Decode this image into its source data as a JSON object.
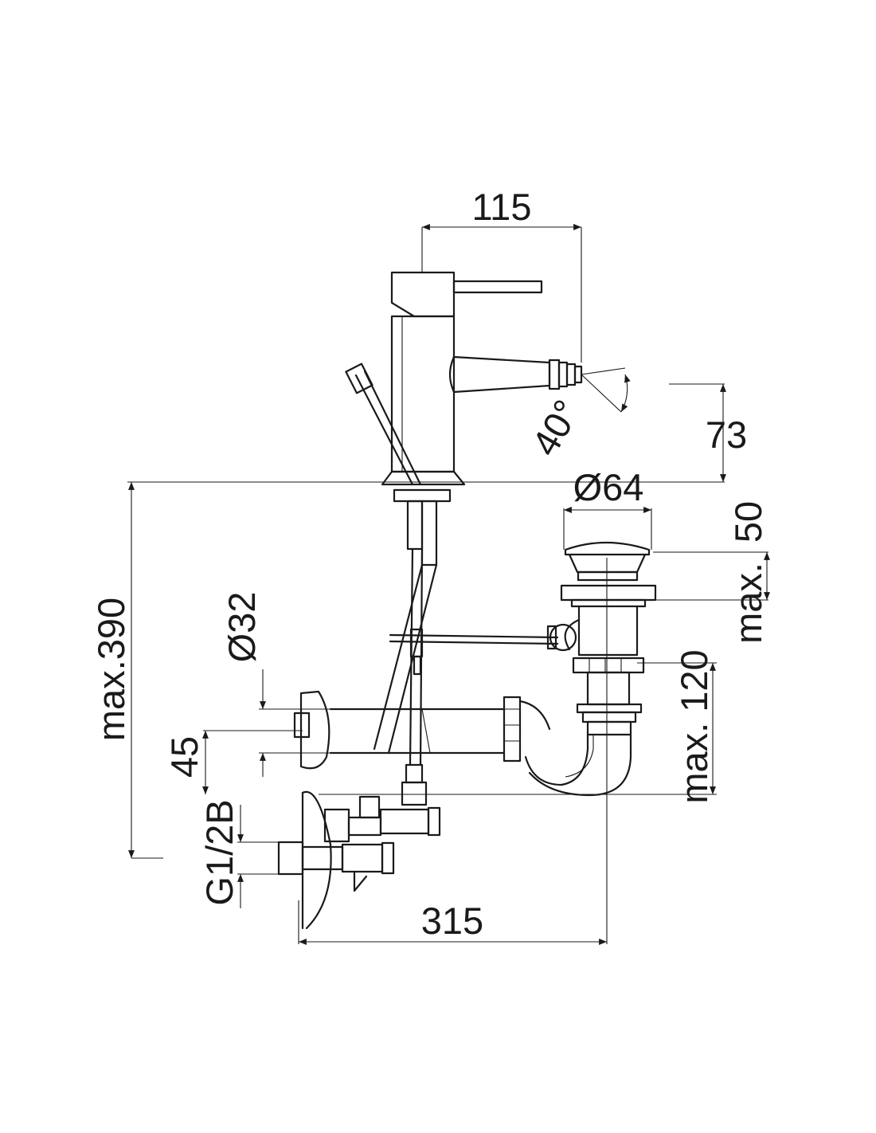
{
  "drawing": {
    "line_color": "#1a1a1a",
    "background": "#ffffff",
    "dimensions": {
      "spout_reach": "115",
      "spray_angle": "40°",
      "spout_height": "73",
      "waste_diameter": "Ø64",
      "waste_height": "50",
      "waste_max": "max.",
      "trap_diameter": "Ø32",
      "trap_max": "max. 120",
      "total_height": "max.390",
      "trap_offset": "45",
      "thread": "G1/2B",
      "total_width": "315"
    }
  }
}
